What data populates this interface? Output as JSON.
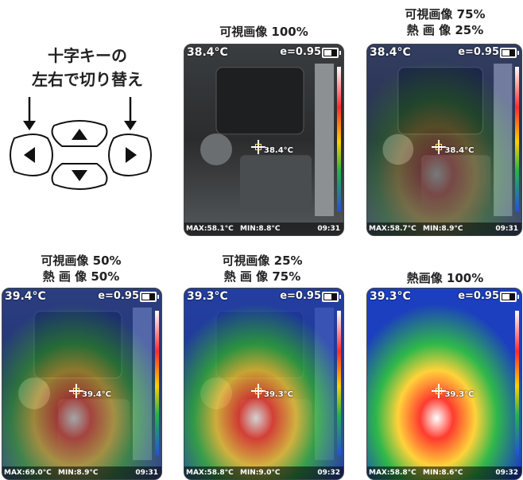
{
  "instruction": {
    "line1": "十字キーの",
    "line2": "左右で切り替え"
  },
  "dpad": {
    "keys": [
      {
        "name": "up-key",
        "glyph": "▲"
      },
      {
        "name": "down-key",
        "glyph": "▼"
      },
      {
        "name": "left-key",
        "glyph": "◀"
      },
      {
        "name": "right-key",
        "glyph": "▶"
      }
    ],
    "arrows": [
      "↓",
      "↓"
    ]
  },
  "panels": [
    {
      "caption1": "可視画像 100%",
      "caption2": "",
      "temp": "38.4°C",
      "emissivity": "e=0.95",
      "spot": "38.4°C",
      "max": "MAX:58.1°C",
      "min": "MIN:8.8°C",
      "time": "09:31",
      "thermal_opacity": 0
    },
    {
      "caption1": "可視画像 75%",
      "caption2": "熱 画 像 25%",
      "temp": "38.4°C",
      "emissivity": "e=0.95",
      "spot": "38.4°C",
      "max": "MAX:58.7°C",
      "min": "MIN:8.9°C",
      "time": "09:31",
      "thermal_opacity": 0.25
    },
    {
      "caption1": "可視画像 50%",
      "caption2": "熱 画 像 50%",
      "temp": "39.4°C",
      "emissivity": "e=0.95",
      "spot": "39.4°C",
      "max": "MAX:69.0°C",
      "min": "MIN:8.9°C",
      "time": "09:31",
      "thermal_opacity": 0.5
    },
    {
      "caption1": "可視画像 25%",
      "caption2": "熱 画 像 75%",
      "temp": "39.3°C",
      "emissivity": "e=0.95",
      "spot": "39.3°C",
      "max": "MAX:58.8°C",
      "min": "MIN:9.0°C",
      "time": "09:32",
      "thermal_opacity": 0.75
    },
    {
      "caption1": "熱画像 100%",
      "caption2": "",
      "temp": "39.3°C",
      "emissivity": "e=0.95",
      "spot": "39.3°C",
      "max": "MAX:58.8°C",
      "min": "MIN:8.6°C",
      "time": "09:32",
      "thermal_opacity": 1
    }
  ],
  "colors": {
    "key_border": "#111111",
    "accent_hot": "#ff2b2b",
    "accent_cold": "#2550d9"
  }
}
